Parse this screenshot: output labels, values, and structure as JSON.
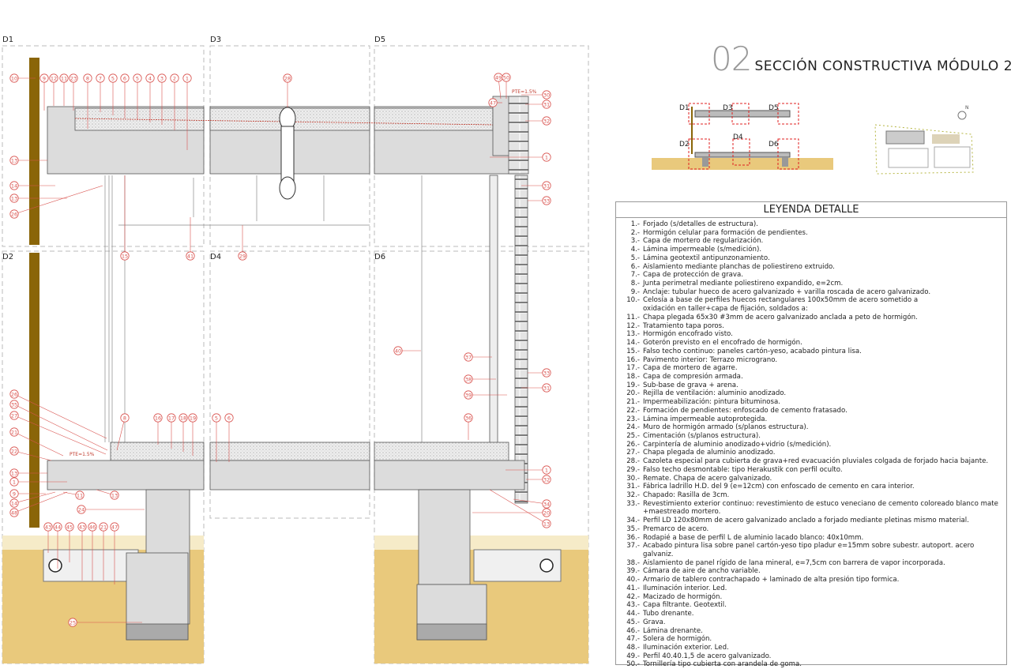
{
  "title": {
    "number": "02",
    "text": "SECCIÓN CONSTRUCTIVA MÓDULO 2"
  },
  "panels": {
    "d1": "D1",
    "d2": "D2",
    "d3": "D3",
    "d4": "D4",
    "d5": "D5",
    "d6": "D6"
  },
  "key_plan": {
    "labels": [
      "D1",
      "D3",
      "D5",
      "D2",
      "D4",
      "D6"
    ],
    "north": "N"
  },
  "slope_notes": {
    "roof": "PTE=1.5%",
    "terrace": "PTE=1.5%"
  },
  "colors": {
    "callout": "#d9534f",
    "wood": "#8a6508",
    "concrete": "#dcdcdc",
    "ground": "#e9c97c",
    "key_box": "#e02020"
  },
  "callouts": {
    "d1": [
      "10",
      "9",
      "12",
      "11",
      "23",
      "8",
      "7",
      "5",
      "6",
      "5",
      "4",
      "3",
      "2",
      "1",
      "13",
      "14",
      "13",
      "26",
      "15",
      "41"
    ],
    "d3": [
      "28",
      "29"
    ],
    "d5": [
      "49",
      "50",
      "47",
      "30",
      "31",
      "32",
      "1",
      "31",
      "33"
    ],
    "d2": [
      "26",
      "35",
      "27",
      "21",
      "22",
      "13",
      "1",
      "9",
      "14",
      "48",
      "11",
      "13",
      "24",
      "8",
      "16",
      "17",
      "18",
      "19",
      "43",
      "44",
      "45",
      "43",
      "46",
      "21",
      "47",
      "25"
    ],
    "d4": [
      "5",
      "6"
    ],
    "d6": [
      "40",
      "37",
      "38",
      "39",
      "36",
      "33",
      "31",
      "1",
      "32",
      "34",
      "20",
      "13"
    ]
  },
  "legend": {
    "title": "LEYENDA DETALLE",
    "items": [
      {
        "n": "1.-",
        "t": "Forjado (s/detalles de estructura)."
      },
      {
        "n": "2.-",
        "t": "Hormigón celular para formación de pendientes."
      },
      {
        "n": "3.-",
        "t": "Capa de mortero de regularización."
      },
      {
        "n": "4.-",
        "t": "Lámina impermeable (s/medición)."
      },
      {
        "n": "5.-",
        "t": "Lámina geotextil antipunzonamiento."
      },
      {
        "n": "6.-",
        "t": "Aislamiento mediante planchas de poliestireno extruido."
      },
      {
        "n": "7.-",
        "t": "Capa de protección de grava."
      },
      {
        "n": "8.-",
        "t": "Junta perimetral mediante poliestireno expandido, e=2cm."
      },
      {
        "n": "9.-",
        "t": "Anclaje: tubular hueco de acero galvanizado + varilla roscada de acero galvanizado."
      },
      {
        "n": "10.-",
        "t": "Celosía a base de perfiles huecos rectangulares 100x50mm de acero sometido a\noxidación en taller+capa de fijación, soldados a:"
      },
      {
        "n": "11.-",
        "t": "Chapa plegada 65x30 #3mm de acero galvanizado anclada a peto de hormigón."
      },
      {
        "n": "12.-",
        "t": "Tratamiento tapa poros."
      },
      {
        "n": "13.-",
        "t": "Hormigón encofrado visto."
      },
      {
        "n": "14.-",
        "t": "Goterón previsto en el encofrado de hormigón."
      },
      {
        "n": "15.-",
        "t": "Falso techo continuo: paneles cartón-yeso, acabado pintura lisa."
      },
      {
        "n": "16.-",
        "t": "Pavimento interior: Terrazo micrograno."
      },
      {
        "n": "17.-",
        "t": "Capa de mortero de agarre."
      },
      {
        "n": "18.-",
        "t": "Capa de compresión armada."
      },
      {
        "n": "19.-",
        "t": "Sub-base de grava + arena."
      },
      {
        "n": "20.-",
        "t": "Rejilla de ventilación: aluminio anodizado."
      },
      {
        "n": "21.-",
        "t": "Impermeabilización: pintura bituminosa."
      },
      {
        "n": "22.-",
        "t": "Formación de pendientes: enfoscado de cemento fratasado."
      },
      {
        "n": "23.-",
        "t": "Lámina impermeable autoprotegida."
      },
      {
        "n": "24.-",
        "t": "Muro de hormigón armado (s/planos estructura)."
      },
      {
        "n": "25.-",
        "t": "Cimentación (s/planos estructura)."
      },
      {
        "n": "26.-",
        "t": "Carpintería de aluminio anodizado+vidrio (s/medición)."
      },
      {
        "n": "27.-",
        "t": "Chapa plegada de aluminio anodizado."
      },
      {
        "n": "28.-",
        "t": "Cazoleta especial para cubierta de grava+red evacuación pluviales colgada de forjado hacia bajante."
      },
      {
        "n": "29.-",
        "t": "Falso techo desmontable: tipo Herakustik con perfil oculto."
      },
      {
        "n": "30.-",
        "t": "Remate. Chapa de acero galvanizado."
      },
      {
        "n": "31.-",
        "t": "Fábrica ladrillo H.D. del 9 (e=12cm) con enfoscado de cemento en cara interior."
      },
      {
        "n": "32.-",
        "t": "Chapado: Rasilla de 3cm."
      },
      {
        "n": "33.-",
        "t": "Revestimiento exterior continuo: revestimiento de estuco veneciano de cemento coloreado blanco mate\n+maestreado mortero."
      },
      {
        "n": "34.-",
        "t": "Perfil LD 120x80mm de acero galvanizado anclado a forjado mediante pletinas mismo material."
      },
      {
        "n": "35.-",
        "t": "Premarco de acero."
      },
      {
        "n": "36.-",
        "t": "Rodapié a base de perfil L de aluminio lacado blanco: 40x10mm."
      },
      {
        "n": "37.-",
        "t": "Acabado pintura lisa sobre panel cartón-yeso tipo pladur e=15mm sobre subestr. autoport. acero galvaniz."
      },
      {
        "n": "38.-",
        "t": "Aislamiento de panel rígido de lana mineral, e=7,5cm con barrera de vapor incorporada."
      },
      {
        "n": "39.-",
        "t": "Cámara de aire de ancho variable."
      },
      {
        "n": "40.-",
        "t": "Armario de tablero contrachapado + laminado de alta presión tipo formica."
      },
      {
        "n": "41.-",
        "t": "Iluminación interior. Led."
      },
      {
        "n": "42.-",
        "t": "Macizado de hormigón."
      },
      {
        "n": "43.-",
        "t": "Capa filtrante. Geotextil."
      },
      {
        "n": "44.-",
        "t": "Tubo drenante."
      },
      {
        "n": "45.-",
        "t": "Grava."
      },
      {
        "n": "46.-",
        "t": "Lámina drenante."
      },
      {
        "n": "47.-",
        "t": "Solera de hormigón."
      },
      {
        "n": "48.-",
        "t": "Iluminación exterior. Led."
      },
      {
        "n": "49.-",
        "t": "Perfil 40.40.1,5 de acero galvanizado."
      },
      {
        "n": "50.-",
        "t": "Tornillería tipo cubierta con arandela de goma."
      }
    ]
  }
}
